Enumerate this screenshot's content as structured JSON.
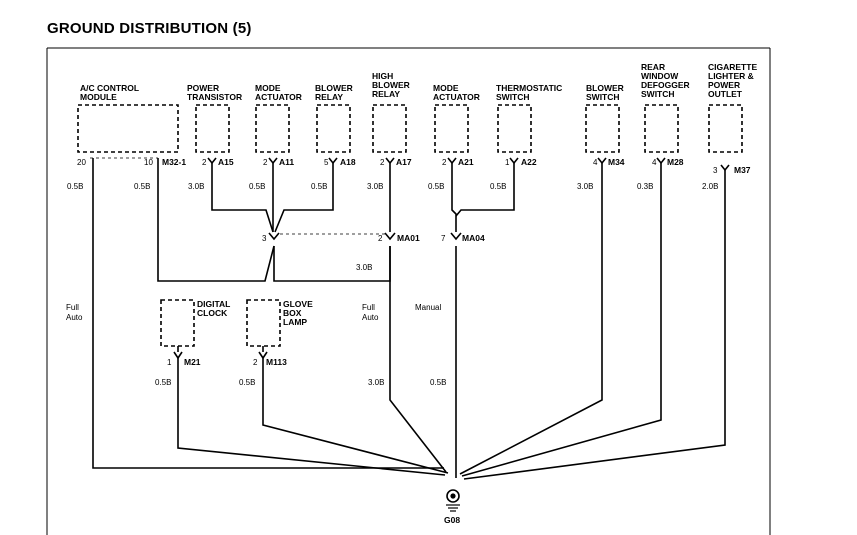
{
  "title": "GROUND DISTRIBUTION (5)",
  "components": {
    "ac_control_module": [
      "A/C CONTROL",
      "MODULE"
    ],
    "power_transistor": [
      "POWER",
      "TRANSISTOR"
    ],
    "mode_actuator_1": [
      "MODE",
      "ACTUATOR"
    ],
    "blower_relay": [
      "BLOWER",
      "RELAY"
    ],
    "high_blower_relay": [
      "HIGH",
      "BLOWER",
      "RELAY"
    ],
    "mode_actuator_2": [
      "MODE",
      "ACTUATOR"
    ],
    "thermostatic_switch": [
      "THERMOSTATIC",
      "SWITCH"
    ],
    "blower_switch": [
      "BLOWER",
      "SWITCH"
    ],
    "rear_window_defogger_switch": [
      "REAR",
      "WINDOW",
      "DEFOGGER",
      "SWITCH"
    ],
    "cigarette_lighter": [
      "CIGARETTE",
      "LIGHTER &",
      "POWER",
      "OUTLET"
    ],
    "digital_clock": [
      "DIGITAL",
      "CLOCK"
    ],
    "glove_box_lamp": [
      "GLOVE",
      "BOX",
      "LAMP"
    ]
  },
  "connectors": {
    "ac_pin_20": "20",
    "ac_pin_10": "10",
    "m32": "M32-1",
    "pt_pin": "2",
    "a15": "A15",
    "ma1_pin": "2",
    "a11": "A11",
    "br_pin": "5",
    "a18": "A18",
    "hbr_pin": "2",
    "a17": "A17",
    "ma2_pin": "2",
    "a21": "A21",
    "ts_pin": "1",
    "a22": "A22",
    "bs_pin": "4",
    "m34": "M34",
    "rwd_pin": "4",
    "m28": "M28",
    "cig_pin": "3",
    "m37": "M37",
    "dc_pin": "1",
    "m21": "M21",
    "gbl_pin": "2",
    "m113": "M113",
    "splice1_pin": "3",
    "ma01_pin": "2",
    "ma01": "MA01",
    "ma04_pin": "7",
    "ma04": "MA04"
  },
  "wire_sizes": {
    "ac20": "0.5B",
    "ac10": "0.5B",
    "pt": "3.0B",
    "ma1": "0.5B",
    "br": "0.5B",
    "hbr": "3.0B",
    "ma2": "0.5B",
    "ts": "0.5B",
    "bs": "3.0B",
    "rwd": "0.3B",
    "cig": "2.0B",
    "splice": "3.0B",
    "dc": "0.5B",
    "gbl": "0.5B",
    "ma01_down": "3.0B",
    "ma04_down": "0.5B"
  },
  "notes": {
    "full_auto_left": [
      "Full",
      "Auto"
    ],
    "full_auto_mid": [
      "Full",
      "Auto"
    ],
    "manual": "Manual"
  },
  "ground": "G08"
}
